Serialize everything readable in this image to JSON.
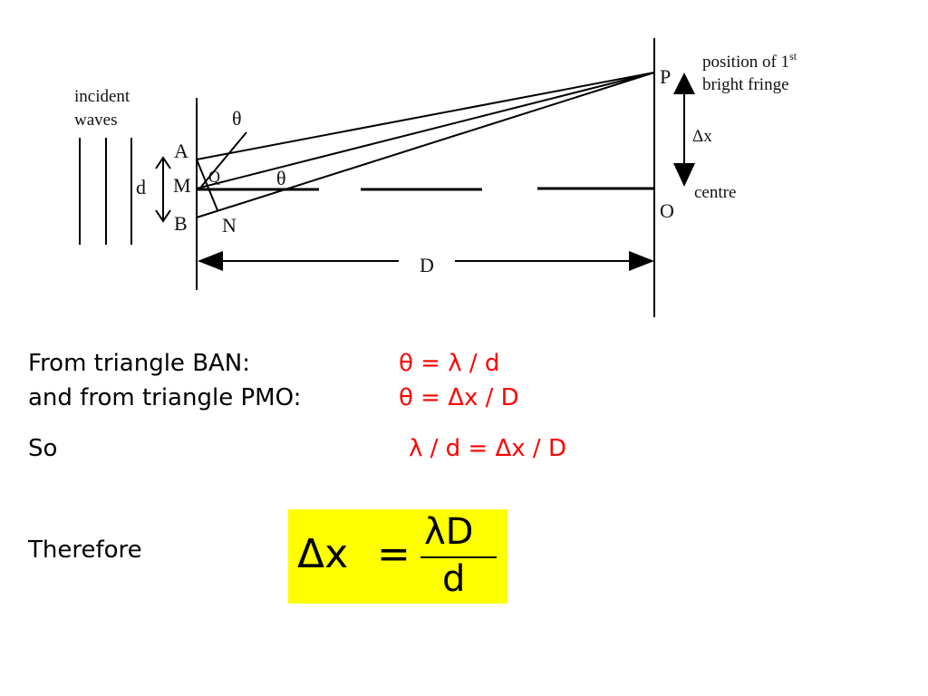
{
  "diagram": {
    "labels": {
      "incident_line1": "incident",
      "incident_line2": "waves",
      "point_a": "A",
      "point_m": "M",
      "point_b": "B",
      "point_n": "N",
      "point_q": "Q",
      "point_p": "P",
      "point_o": "O",
      "slit_separation": "d",
      "theta_upper": "θ",
      "theta_lower": "θ",
      "fringe_line1": "position of 1",
      "fringe_sup": "st",
      "fringe_line2": "bright fringe",
      "delta_x": "Δx",
      "centre": "centre",
      "distance": "D"
    }
  },
  "derivation": {
    "row1_label": "From triangle BAN:",
    "row1_eq": "θ = λ / d",
    "row2_label": "and from triangle PMO:",
    "row2_eq": "θ = Δx / D",
    "row3_label": "So",
    "row3_eq": "λ / d = Δx / D",
    "row4_label": "Therefore"
  },
  "formula": {
    "lhs": "Δx",
    "equals": "=",
    "numerator": "λD",
    "denominator": "d",
    "background_color": "#ffff00"
  },
  "colors": {
    "equation": "#ff0000",
    "text": "#000000"
  }
}
